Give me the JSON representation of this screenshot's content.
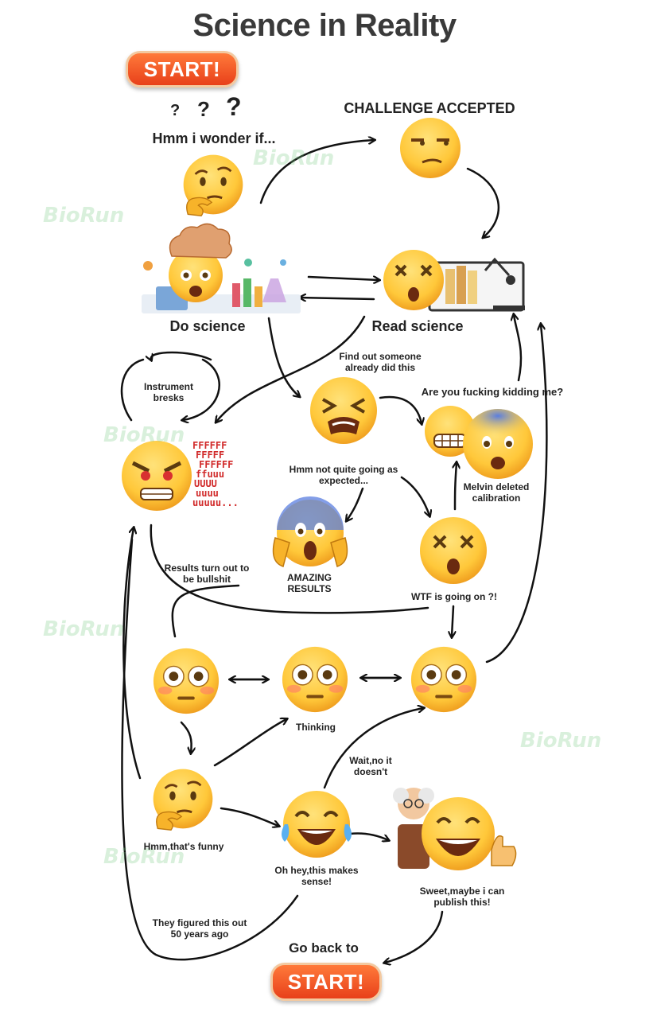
{
  "title": "Science in Reality",
  "start_label": "START!",
  "end_start_label": "START!",
  "watermark": "BioRun",
  "question_marks": [
    "?",
    "?",
    "?"
  ],
  "rage_text": [
    "FFFFFF",
    "FFFFF",
    "FFFFFF",
    "ffuuu",
    "UUUU",
    "uuuu",
    "uuuuu..."
  ],
  "nodes": {
    "wonder": "Hmm i wonder if...",
    "challenge": "CHALLENGE ACCEPTED",
    "do_science": "Do science",
    "read_science": "Read science",
    "instrument": "Instrument bresks",
    "find_out": "Find out someone already did this",
    "kidding": "Are you fucking kidding me?",
    "not_going": "Hmm not quite going as expected...",
    "melvin": "Melvin deleted calibration",
    "bullshit": "Results turn out to be bullshit",
    "amazing": "AMAZING RESULTS",
    "wtf": "WTF is going on ?!",
    "thinking": "Thinking",
    "wait": "Wait,no it doesn't",
    "funny": "Hmm,that's funny",
    "makes_sense": "Oh hey,this makes sense!",
    "publish": "Sweet,maybe i can publish this!",
    "figured": "They figured this out 50 years ago",
    "go_back": "Go back to"
  },
  "colors": {
    "emoji_face": "#ffc83a",
    "button": "#e8401a",
    "watermark": "#78c882",
    "rage": "#d12a2a"
  },
  "emojis": [
    "thinking-face-icon",
    "unamused-face-icon",
    "exploding-head-icon",
    "dizzy-face-icon",
    "tired-face-icon",
    "grimacing-face-icon",
    "fearful-face-icon",
    "angry-face-icon",
    "screaming-face-icon",
    "flushed-face-icon",
    "laughing-tears-face-icon",
    "grinning-thumbs-up-icon",
    "professor-icon",
    "bookshelf-icon",
    "lab-equipment-icon"
  ]
}
